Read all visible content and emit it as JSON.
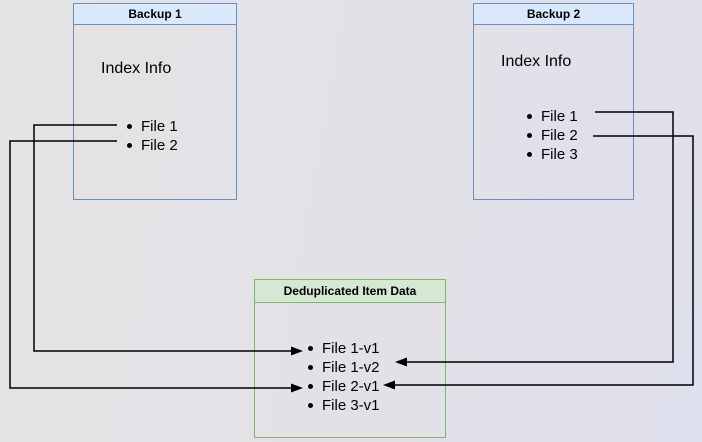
{
  "diagram": {
    "background": {
      "left_color": "#e5e3e4",
      "right_color": "#dfe0ee"
    },
    "colors": {
      "backup_border": "#6c8ebf",
      "backup_header_fill": "#dae8fc",
      "dedup_border": "#82b366",
      "dedup_header_fill": "#d5e8d4",
      "connector": "#000000",
      "text": "#000000"
    },
    "backup1": {
      "title": "Backup 1",
      "subtitle": "Index Info",
      "items": [
        {
          "label": "File 1"
        },
        {
          "label": "File 2"
        }
      ]
    },
    "backup2": {
      "title": "Backup 2",
      "subtitle": "Index Info",
      "items": [
        {
          "label": "File 1"
        },
        {
          "label": "File 2"
        },
        {
          "label": "File 3"
        }
      ]
    },
    "dedup": {
      "title": "Deduplicated Item Data",
      "items": [
        {
          "label": "File 1-v1"
        },
        {
          "label": "File 1-v2"
        },
        {
          "label": "File 2-v1"
        },
        {
          "label": "File 3-v1"
        }
      ]
    },
    "connectors": [
      {
        "from": "Backup 1 / File 1",
        "to": "File 1-v1",
        "label": "Backup 1 File 1 to File 1-v1"
      },
      {
        "from": "Backup 1 / File 2",
        "to": "File 2-v1",
        "label": "Backup 1 File 2 to File 2-v1"
      },
      {
        "from": "Backup 2 / File 1",
        "to": "File 1-v2",
        "label": "Backup 2 File 1 to File 1-v2"
      },
      {
        "from": "Backup 2 / File 2",
        "to": "File 2-v1",
        "label": "Backup 2 File 2 to File 2-v1"
      }
    ]
  }
}
